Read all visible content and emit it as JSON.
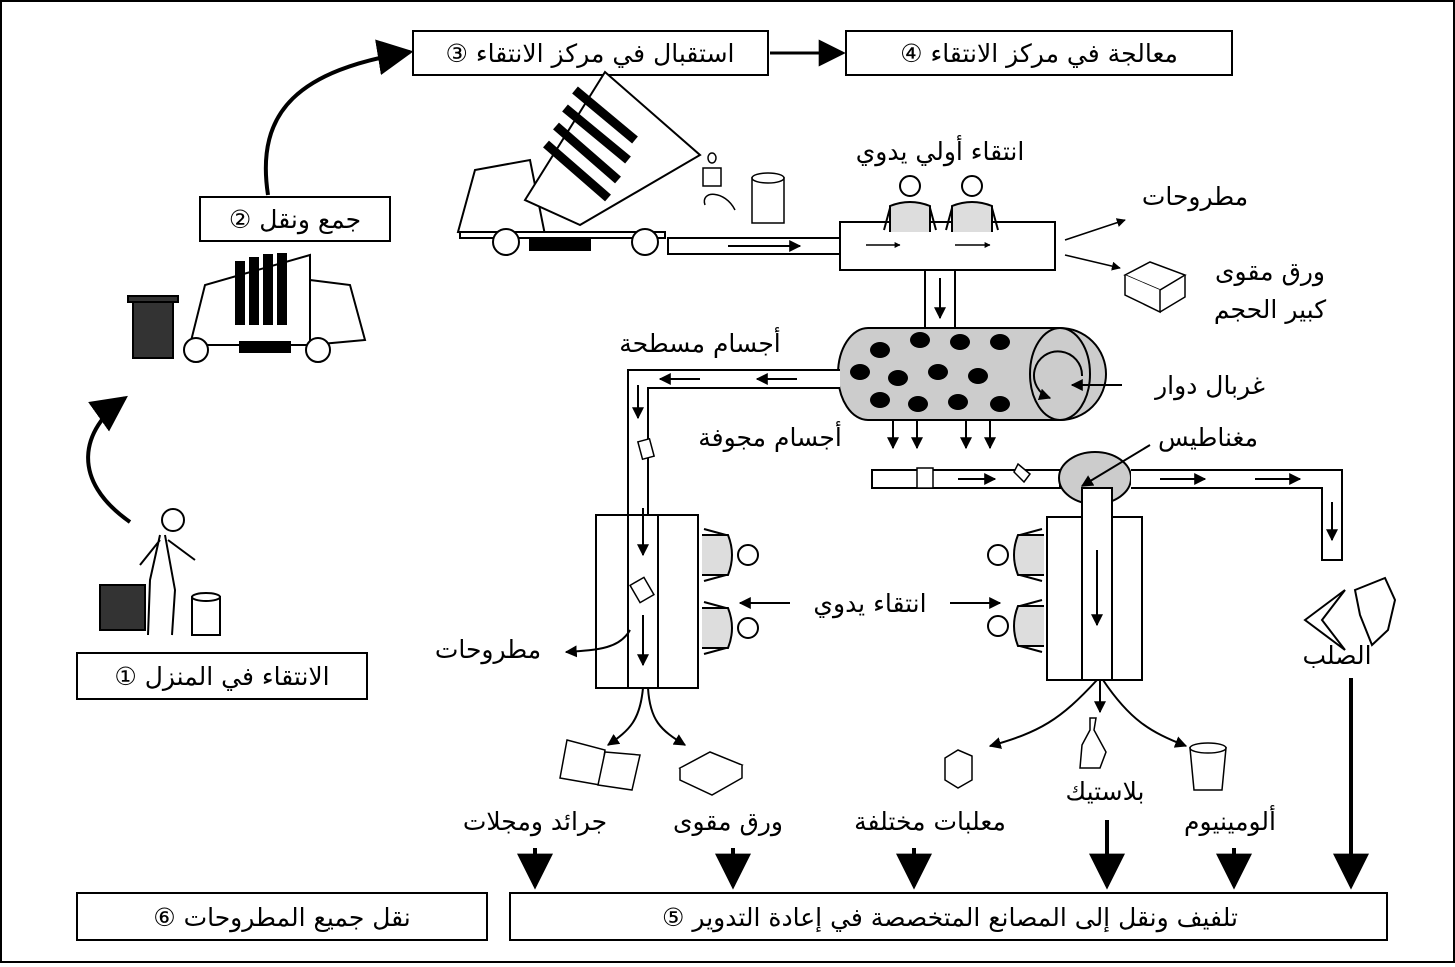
{
  "steps": {
    "s1": "① الانتقاء في المنزل",
    "s2": "② جمع ونقل",
    "s3": "③ استقبال في مركز الانتقاء",
    "s4": "④ معالجة في مركز الانتقاء",
    "s5": "⑤   تلفيف ونقل إلى المصانع المتخصصة في إعادة التدوير",
    "s6": "⑥ نقل جميع المطروحات"
  },
  "labels": {
    "manual_primary": "انتقاء أولي يدوي",
    "rejects_top": "مطروحات",
    "cardboard_large_1": "ورق مقوى",
    "cardboard_large_2": "كبير الحجم",
    "flat_objects": "أجسام مسطحة",
    "rotary_sieve": "غربال دوار",
    "hollow_objects": "أجسام مجوفة",
    "magnet": "مغناطيس",
    "manual_sorting": "انتقاء يدوي",
    "rejects_left": "مطروحات",
    "steel": "الصلب"
  },
  "outputs": {
    "newspapers": "جرائد ومجلات",
    "cardboard": "ورق مقوى",
    "cans": "معلبات مختلفة",
    "plastic": "بلاستيك",
    "aluminium": "ألومينيوم"
  }
}
